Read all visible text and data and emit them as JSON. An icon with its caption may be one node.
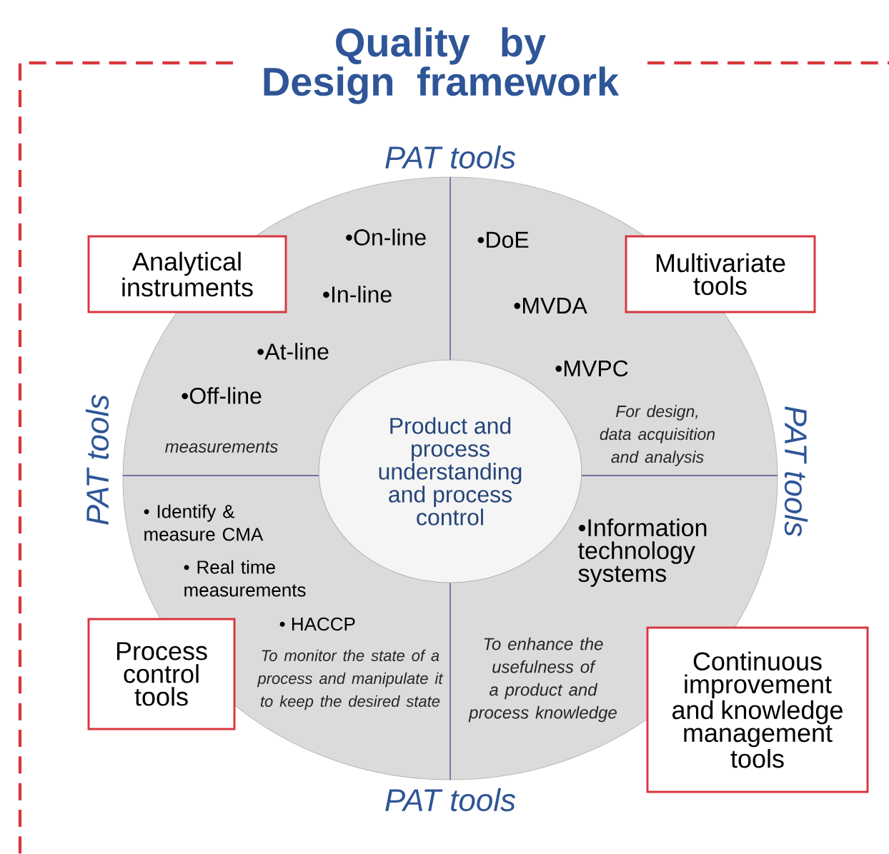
{
  "diagram": {
    "title": "Quality by Design framework",
    "nodes": [
      {
        "text": [],
        "shape": "circle"
      },
      {
        "text": [
          "Product and process understanding and process control"
        ],
        "in": 0
      },
      {
        "text": [
          "Analytical instruments"
        ]
      },
      {
        "text": [
          "Multivariate tools"
        ]
      },
      {
        "text": [
          "Process control tools"
        ]
      },
      {
        "text": [
          "Continuous improvement and knowledge management tools"
        ]
      }
    ],
    "labels": [
      "PAT tools",
      "•On-line",
      "•DoE",
      "•In-line",
      "•MVDA",
      "•At-line",
      "•MVPC",
      "•Off-line",
      "For design, data acquisition and analysis",
      "PAT tools",
      "PAT tools",
      "measurements",
      "• Identify & measure CMA",
      "•Information technology systems",
      "• Real time measurements",
      "• HACCP",
      "To monitor the state of a process and manipulate it to keep the desired state",
      "To enhance the usefulness of a product and process knowledge",
      "PAT tools"
    ]
  }
}
